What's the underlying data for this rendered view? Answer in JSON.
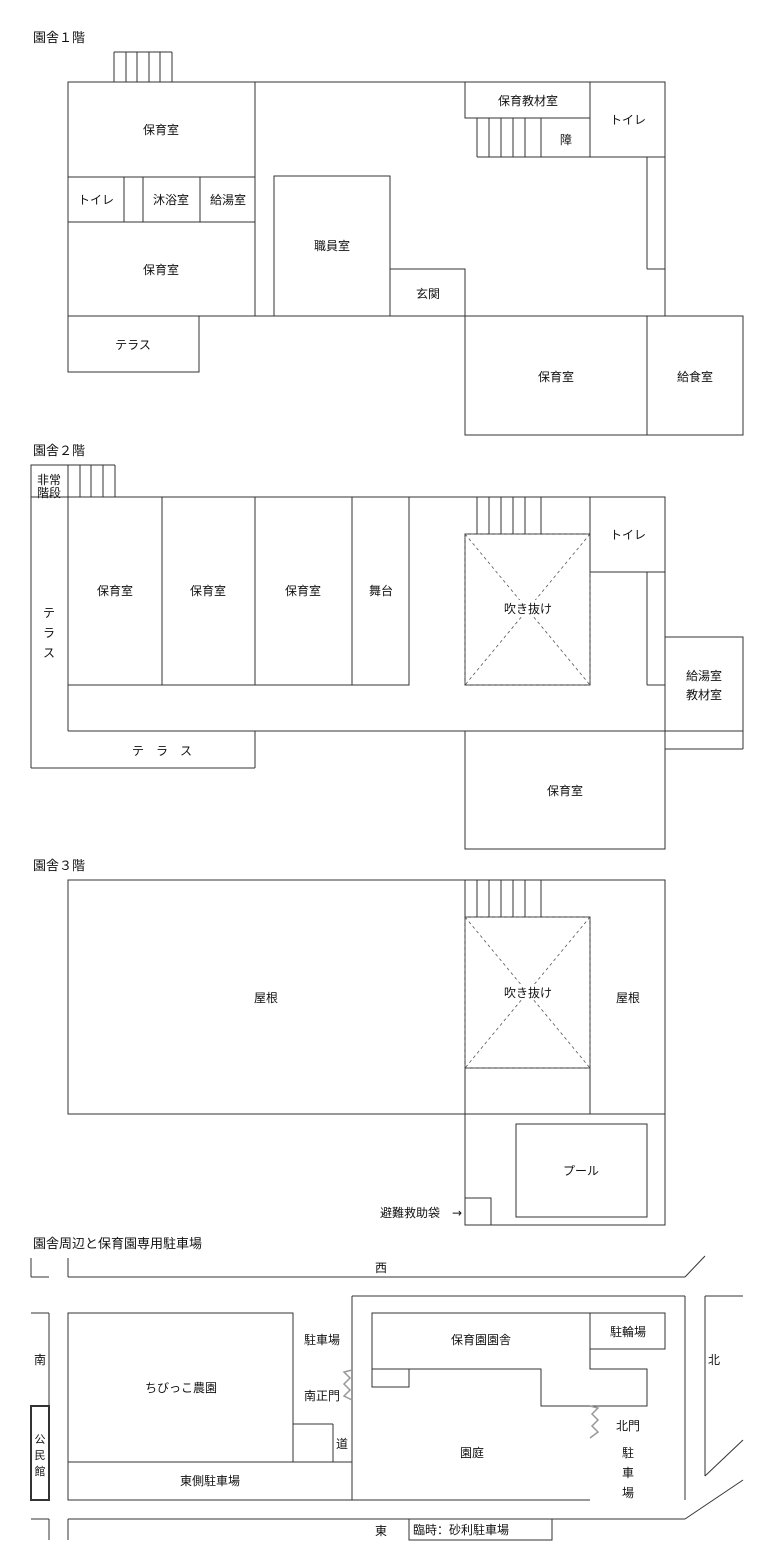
{
  "floors": {
    "f1": {
      "title": "園舎１階",
      "rooms": {
        "hoiku_a": "保育室",
        "toilet_a": "トイレ",
        "bath": "沐浴室",
        "kyuto_a": "給湯室",
        "hoiku_b": "保育室",
        "terrace": "テラス",
        "staff": "職員室",
        "entrance": "玄関",
        "kyozai": "保育教材室",
        "sho": "障",
        "toilet_b": "トイレ",
        "hoiku_c": "保育室",
        "kitchen": "給食室"
      }
    },
    "f2": {
      "title": "園舎２階",
      "rooms": {
        "emergency_1": "非常",
        "emergency_2": "階段",
        "terrace_v": [
          "テ",
          "ラ",
          "ス"
        ],
        "hoiku_1": "保育室",
        "hoiku_2": "保育室",
        "hoiku_3": "保育室",
        "stage": "舞台",
        "atrium": "吹き抜け",
        "toilet": "トイレ",
        "kyuto_1": "給湯室",
        "kyuto_2": "教材室",
        "terrace_h": "テ　ラ　ス",
        "hoiku_4": "保育室"
      }
    },
    "f3": {
      "title": "園舎３階",
      "rooms": {
        "roof_1": "屋根",
        "atrium": "吹き抜け",
        "roof_2": "屋根",
        "pool": "プール",
        "escape": "避難救助袋　→"
      }
    }
  },
  "site": {
    "title": "園舎周辺と保育園専用駐車場",
    "labels": {
      "west": "西",
      "east": "東",
      "south": "南",
      "north": "北",
      "public_hall": [
        "公",
        "民",
        "館"
      ],
      "farm": "ちびっこ農園",
      "east_parking": "東側駐車場",
      "parking": "駐車場",
      "south_gate": "南正門",
      "road": "道",
      "building": "保育園園舎",
      "bicycle": "駐輪場",
      "garden": "園庭",
      "north_gate": "北門",
      "north_parking": [
        "駐",
        "車",
        "場"
      ],
      "temp_parking": "臨時：砂利駐車場"
    }
  }
}
